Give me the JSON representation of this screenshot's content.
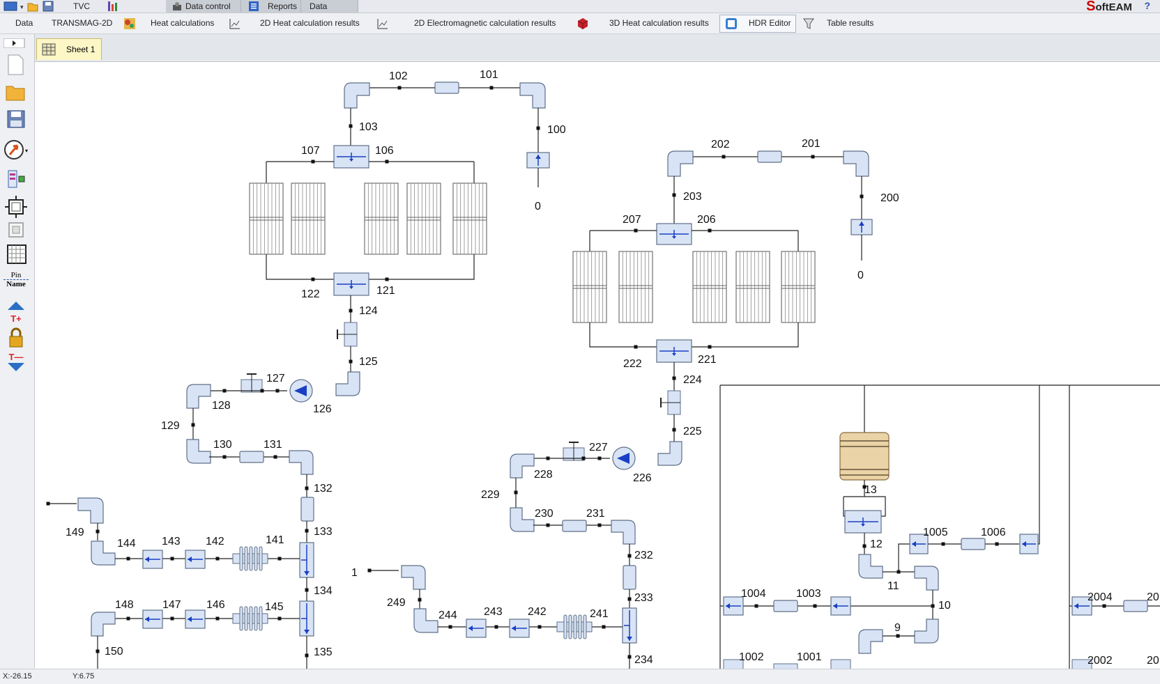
{
  "titlebar": {
    "app_name": "TVC",
    "tabs": [
      "Data control",
      "Reports",
      "Data Bases"
    ],
    "logo_prefix": "S",
    "logo_suffix": "oftEAM",
    "help": "?"
  },
  "ribbon": {
    "items": [
      "Data",
      "TRANSMAG-2D",
      "Heat calculations",
      "2D Heat calculation results",
      "2D Electromagnetic calculation results",
      "3D Heat calculation results",
      "HDR Editor",
      "Table results"
    ]
  },
  "leftbar": {
    "pin_label": "Pin",
    "name_label": "Name",
    "tplus": "T+",
    "tminus": "T—"
  },
  "sheet": {
    "tab_label": "Sheet 1"
  },
  "status": {
    "x": "X:-26.15",
    "y": "Y:6.75"
  },
  "diagram": {
    "labels": [
      "102",
      "101",
      "100",
      "0",
      "103",
      "107",
      "106",
      "122",
      "121",
      "124",
      "125",
      "127",
      "126",
      "128",
      "129",
      "130",
      "131",
      "132",
      "133",
      "149",
      "144",
      "143",
      "142",
      "141",
      "134",
      "148",
      "147",
      "146",
      "145",
      "150",
      "135",
      "202",
      "201",
      "200",
      "0",
      "203",
      "207",
      "206",
      "222",
      "221",
      "224",
      "225",
      "227",
      "226",
      "228",
      "229",
      "230",
      "231",
      "232",
      "233",
      "1",
      "249",
      "244",
      "243",
      "242",
      "241",
      "234",
      "13",
      "12",
      "11",
      "10",
      "9",
      "1005",
      "1006",
      "1004",
      "1003",
      "1002",
      "1001",
      "2004",
      "20",
      "2002",
      "20"
    ]
  }
}
